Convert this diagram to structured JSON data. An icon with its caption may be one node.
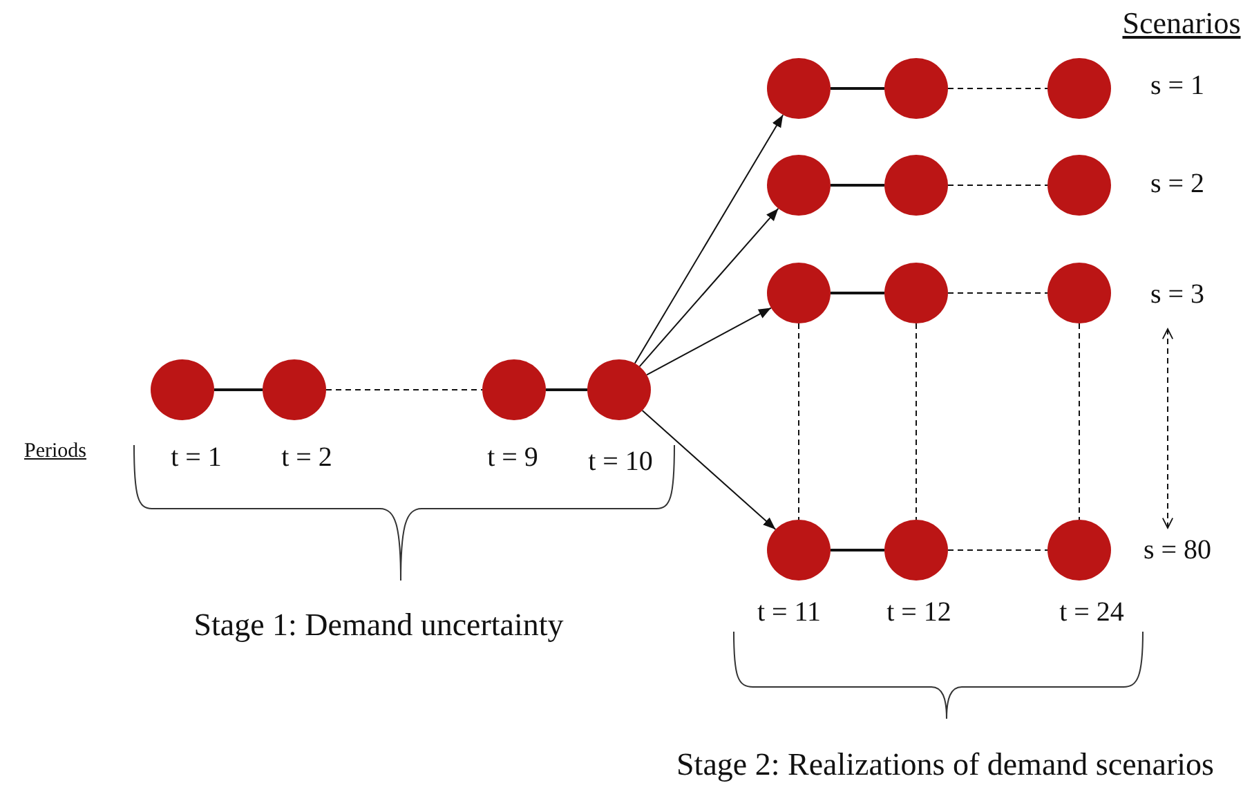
{
  "diagram": {
    "nodes": [
      {
        "text": [],
        "shape": "circle",
        "beside": [
          "t = 1"
        ]
      },
      {
        "text": [],
        "shape": "circle",
        "beside": [
          "t = 2"
        ]
      },
      {
        "text": [],
        "shape": "circle",
        "beside": [
          "t = 9"
        ]
      },
      {
        "text": [],
        "shape": "circle",
        "beside": [
          "t = 10"
        ]
      },
      {
        "text": [],
        "shape": "circle"
      },
      {
        "text": [],
        "shape": "circle"
      },
      {
        "text": [],
        "shape": "circle"
      },
      {
        "text": [],
        "shape": "circle"
      },
      {
        "text": [],
        "shape": "circle"
      },
      {
        "text": [],
        "shape": "circle"
      },
      {
        "text": [],
        "shape": "circle"
      },
      {
        "text": [],
        "shape": "circle"
      },
      {
        "text": [],
        "shape": "circle"
      },
      {
        "text": [],
        "shape": "circle",
        "beside": [
          "t = 11"
        ]
      },
      {
        "text": [],
        "shape": "circle",
        "beside": [
          "t = 12"
        ]
      },
      {
        "text": [],
        "shape": "circle",
        "beside": [
          "t = 24"
        ]
      }
    ],
    "edges": [
      {
        "from": 0,
        "to": 1,
        "arrow": "none"
      },
      {
        "from": 1,
        "to": 2,
        "arrow": "none",
        "style": "dashed"
      },
      {
        "from": 2,
        "to": 3,
        "arrow": "none"
      },
      {
        "from": 3,
        "to": 4,
        "arrow": "to"
      },
      {
        "from": 3,
        "to": 7,
        "arrow": "to"
      },
      {
        "from": 3,
        "to": 10,
        "arrow": "to"
      },
      {
        "from": 3,
        "to": 13,
        "arrow": "to"
      },
      {
        "from": 4,
        "to": 5,
        "arrow": "none"
      },
      {
        "from": 5,
        "to": 6,
        "arrow": "none",
        "style": "dashed"
      },
      {
        "from": 7,
        "to": 8,
        "arrow": "none"
      },
      {
        "from": 8,
        "to": 9,
        "arrow": "none",
        "style": "dashed"
      },
      {
        "from": 10,
        "to": 11,
        "arrow": "none"
      },
      {
        "from": 11,
        "to": 12,
        "arrow": "none",
        "style": "dashed"
      },
      {
        "from": 13,
        "to": 14,
        "arrow": "none"
      },
      {
        "from": 14,
        "to": 15,
        "arrow": "none",
        "style": "dashed"
      },
      {
        "from": 10,
        "to": 13,
        "arrow": "none",
        "style": "dashed"
      },
      {
        "from": 11,
        "to": 14,
        "arrow": "none",
        "style": "dashed"
      },
      {
        "from": 12,
        "to": 15,
        "arrow": "none",
        "style": "dashed"
      }
    ],
    "labels": [
      "Scenarios",
      "s = 1",
      "s = 2",
      "s = 3",
      "Periods",
      "s = 80",
      "Stage 1: Demand uncertainty",
      "Stage 2: Realizations of demand scenarios"
    ]
  }
}
